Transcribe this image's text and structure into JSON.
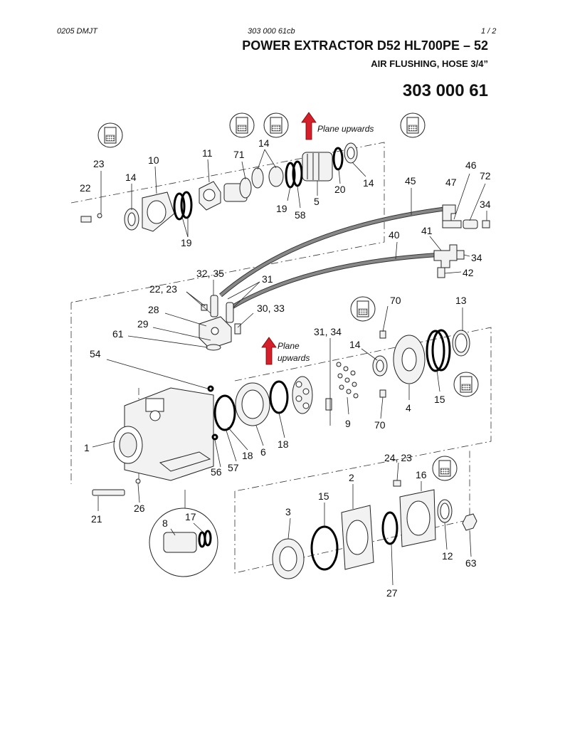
{
  "header": {
    "doc_code": "0205 DMJT",
    "doc_ref": "303 000 61cb",
    "page": "1 /   2"
  },
  "title": {
    "line1": "POWER EXTRACTOR D52   HL700PE – 52",
    "line2": "AIR FLUSHING, HOSE 3/4”",
    "part_number": "303 000 61"
  },
  "notes": {
    "plane_upwards_top": "Plane upwards",
    "plane_upwards_mid_1": "Plane",
    "plane_upwards_mid_2": "upwards"
  },
  "callouts": [
    {
      "id": "c1",
      "text": "23"
    },
    {
      "id": "c2",
      "text": "22"
    },
    {
      "id": "c3",
      "text": "14"
    },
    {
      "id": "c4",
      "text": "10"
    },
    {
      "id": "c5",
      "text": "11"
    },
    {
      "id": "c6",
      "text": "71"
    },
    {
      "id": "c7",
      "text": "14"
    },
    {
      "id": "c8",
      "text": "19"
    },
    {
      "id": "c9",
      "text": "58"
    },
    {
      "id": "c10",
      "text": "5"
    },
    {
      "id": "c11",
      "text": "20"
    },
    {
      "id": "c12",
      "text": "14"
    },
    {
      "id": "c13",
      "text": "19"
    },
    {
      "id": "c14",
      "text": "45"
    },
    {
      "id": "c15",
      "text": "46"
    },
    {
      "id": "c16",
      "text": "47"
    },
    {
      "id": "c17",
      "text": "72"
    },
    {
      "id": "c18",
      "text": "34"
    },
    {
      "id": "c19",
      "text": "40"
    },
    {
      "id": "c20",
      "text": "41"
    },
    {
      "id": "c21",
      "text": "34"
    },
    {
      "id": "c22",
      "text": "42"
    },
    {
      "id": "c23",
      "text": "32, 35"
    },
    {
      "id": "c24",
      "text": "22, 23"
    },
    {
      "id": "c25",
      "text": "31"
    },
    {
      "id": "c26",
      "text": "28"
    },
    {
      "id": "c27",
      "text": "30, 33"
    },
    {
      "id": "c28",
      "text": "29"
    },
    {
      "id": "c29",
      "text": "61"
    },
    {
      "id": "c30",
      "text": "31, 34"
    },
    {
      "id": "c31",
      "text": "70"
    },
    {
      "id": "c32",
      "text": "13"
    },
    {
      "id": "c33",
      "text": "54"
    },
    {
      "id": "c34",
      "text": "14"
    },
    {
      "id": "c35",
      "text": "1"
    },
    {
      "id": "c36",
      "text": "56"
    },
    {
      "id": "c37",
      "text": "57"
    },
    {
      "id": "c38",
      "text": "18"
    },
    {
      "id": "c39",
      "text": "6"
    },
    {
      "id": "c40",
      "text": "18"
    },
    {
      "id": "c41",
      "text": "9"
    },
    {
      "id": "c42",
      "text": "70"
    },
    {
      "id": "c43",
      "text": "4"
    },
    {
      "id": "c44",
      "text": "15"
    },
    {
      "id": "c45",
      "text": "24, 23"
    },
    {
      "id": "c46",
      "text": "2"
    },
    {
      "id": "c47",
      "text": "16"
    },
    {
      "id": "c48",
      "text": "21"
    },
    {
      "id": "c49",
      "text": "26"
    },
    {
      "id": "c50",
      "text": "17"
    },
    {
      "id": "c51",
      "text": "8"
    },
    {
      "id": "c52",
      "text": "15"
    },
    {
      "id": "c53",
      "text": "3"
    },
    {
      "id": "c54",
      "text": "27"
    },
    {
      "id": "c55",
      "text": "12"
    },
    {
      "id": "c56",
      "text": "63"
    }
  ],
  "colors": {
    "arrow": "#d4202a",
    "line": "#222222",
    "hose": "#888888"
  }
}
